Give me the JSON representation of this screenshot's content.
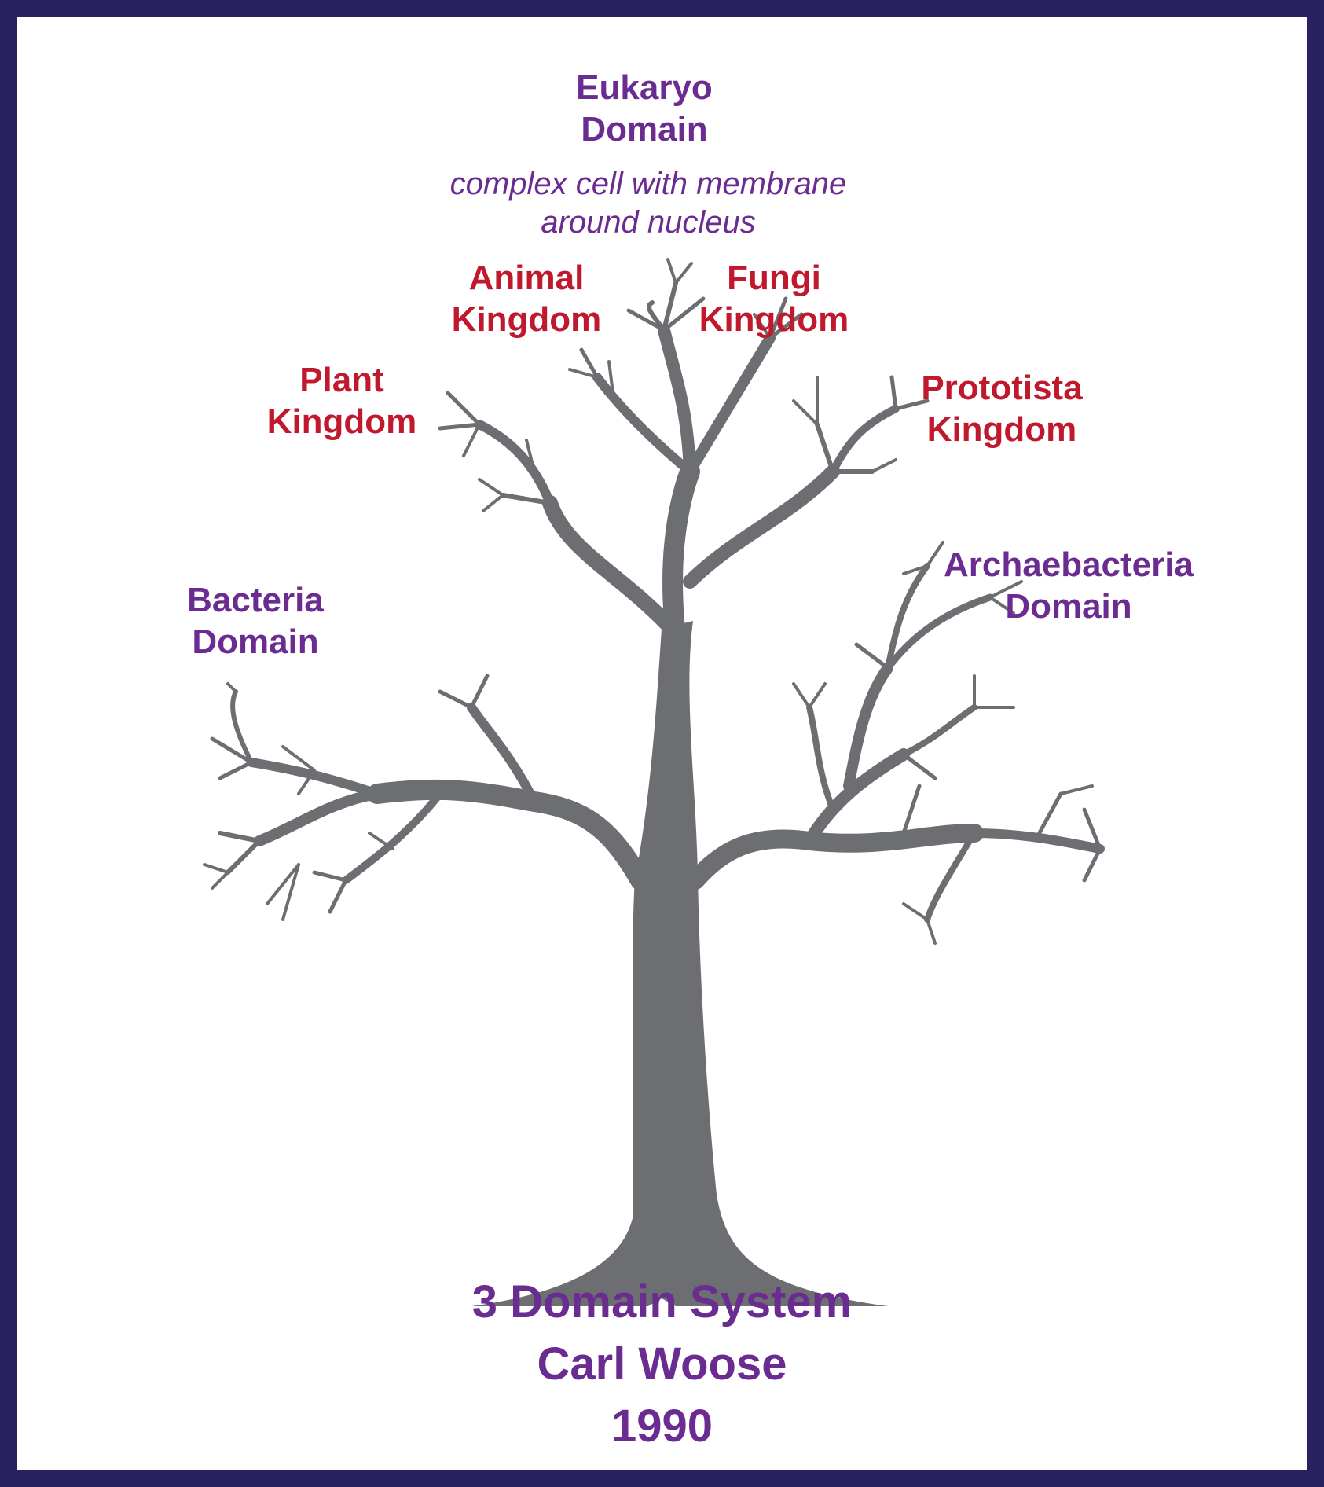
{
  "eukaryo": {
    "line1": "Eukaryo",
    "line2": "Domain",
    "desc1": "complex cell with membrane",
    "desc2": "around nucleus"
  },
  "animal": {
    "line1": "Animal",
    "line2": "Kingdom"
  },
  "fungi": {
    "line1": "Fungi",
    "line2": "Kingdom"
  },
  "plant": {
    "line1": "Plant",
    "line2": "Kingdom"
  },
  "protista": {
    "line1": "Prototista",
    "line2": "Kingdom"
  },
  "archaea": {
    "line1": "Archaebacteria",
    "line2": "Domain"
  },
  "bacteria": {
    "line1": "Bacteria",
    "line2": "Domain"
  },
  "title": {
    "line1": "3 Domain System",
    "line2": "Carl Woose",
    "line3": "1990"
  },
  "colors": {
    "frame": "#2a2160",
    "domain": "#6b2c91",
    "kingdom": "#c0192e",
    "tree": "#6d6e71"
  }
}
